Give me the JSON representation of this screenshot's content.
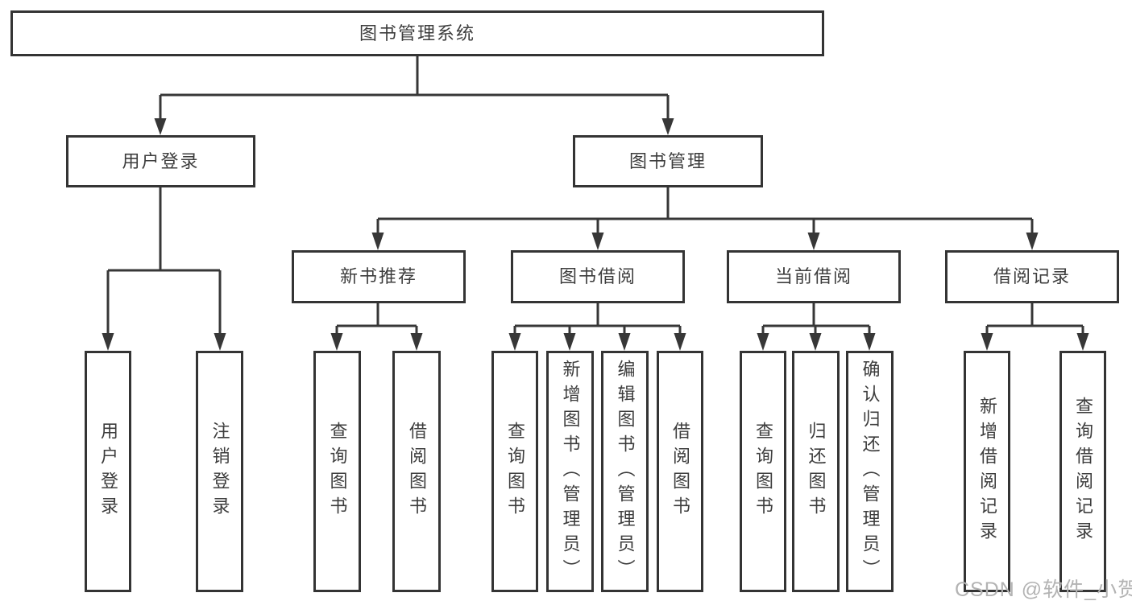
{
  "nodes": {
    "root": "图书管理系统",
    "level2": [
      "用户登录",
      "图书管理"
    ],
    "level3": [
      "新书推荐",
      "图书借阅",
      "当前借阅",
      "借阅记录"
    ],
    "user_children": [
      "用户登录",
      "注销登录"
    ],
    "recommend_children": [
      "查询图书",
      "借阅图书"
    ],
    "borrow_children": [
      "查询图书",
      "新增图书（管理员）",
      "编辑图书（管理员）",
      "借阅图书"
    ],
    "current_children": [
      "查询图书",
      "归还图书",
      "确认归还（管理员）"
    ],
    "record_children": [
      "新增借阅记录",
      "查询借阅记录"
    ]
  },
  "watermark": "CSDN @软件_小贺同学",
  "colors": {
    "line": "#373737",
    "box_border": "#343434",
    "text": "#3d3d3d",
    "watermark": "#b3b3b3",
    "background": "#ffffff"
  }
}
